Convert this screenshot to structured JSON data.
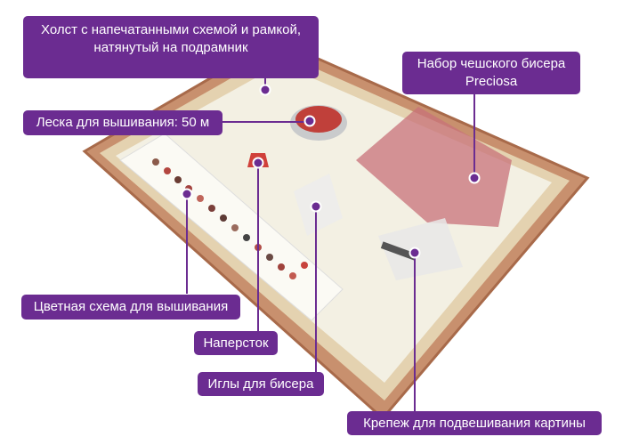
{
  "labels": {
    "canvas": "Холст с напечатанными схемой и рамкой, натянутый на подрамник",
    "canvas_line1": "Холст с напечатанными схемой и рамкой,",
    "canvas_line2": "натянутый на подрамник",
    "fishing_line": "Леска для вышивания: 50 м",
    "beads_line1": "Набор чешского бисера",
    "beads_line2": "Preciosa",
    "color_scheme": "Цветная схема для вышивания",
    "thimble": "Наперсток",
    "needles": "Иглы для бисера",
    "hanger": "Крепеж для подвешивания картины"
  },
  "colors": {
    "accent": "#6b2c91"
  }
}
